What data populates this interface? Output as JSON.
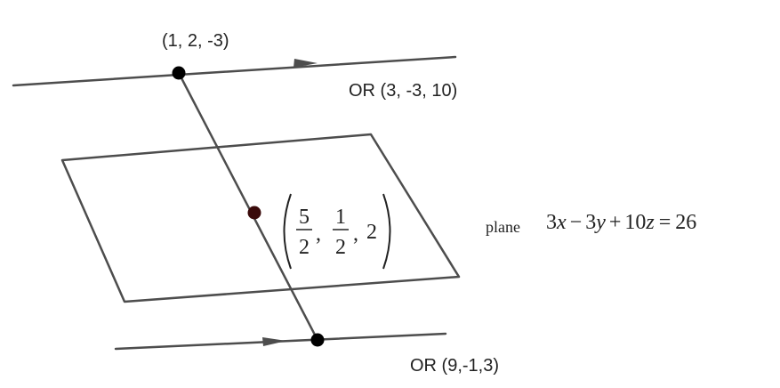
{
  "labels": {
    "point_top": "(1, 2, -3)",
    "direction_top": "OR (3, -3, 10)",
    "direction_bottom": "OR (9,-1,3)",
    "plane_word": "plane"
  },
  "midpoint": {
    "x_num": "5",
    "x_den": "2",
    "y_num": "1",
    "y_den": "2",
    "z": "2"
  },
  "plane_equation": {
    "a": "3",
    "x": "x",
    "b": "3",
    "y": "y",
    "c": "10",
    "z": "z",
    "rhs": "26"
  },
  "colors": {
    "line": "#4d4d4d",
    "point": "#000000",
    "midpoint": "#3a0a0a",
    "text": "#222222"
  }
}
